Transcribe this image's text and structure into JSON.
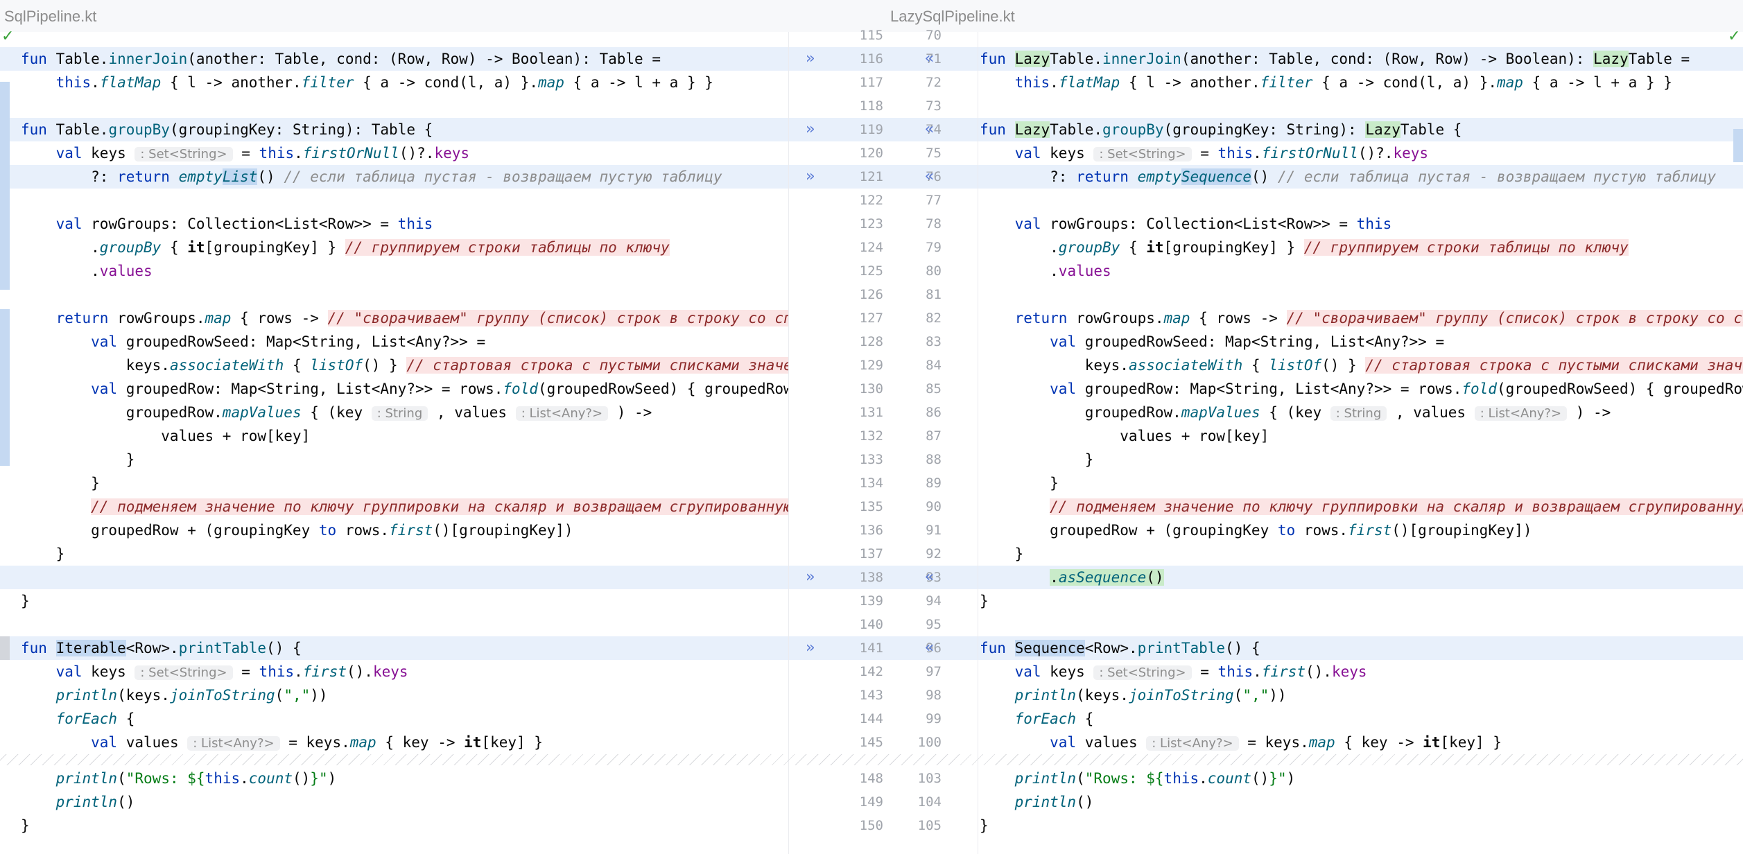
{
  "header": {
    "left_title": "SqlPipeline.kt",
    "right_title": "LazySqlPipeline.kt"
  },
  "gutter": {
    "lines": [
      {
        "l": "115",
        "r": "70",
        "changed": false
      },
      {
        "l": "116",
        "r": "71",
        "changed": true
      },
      {
        "l": "117",
        "r": "72",
        "changed": false
      },
      {
        "l": "118",
        "r": "73",
        "changed": false
      },
      {
        "l": "119",
        "r": "74",
        "changed": true
      },
      {
        "l": "120",
        "r": "75",
        "changed": false
      },
      {
        "l": "121",
        "r": "76",
        "changed": true
      },
      {
        "l": "122",
        "r": "77",
        "changed": false
      },
      {
        "l": "123",
        "r": "78",
        "changed": false
      },
      {
        "l": "124",
        "r": "79",
        "changed": false
      },
      {
        "l": "125",
        "r": "80",
        "changed": false
      },
      {
        "l": "126",
        "r": "81",
        "changed": false
      },
      {
        "l": "127",
        "r": "82",
        "changed": false
      },
      {
        "l": "128",
        "r": "83",
        "changed": false
      },
      {
        "l": "129",
        "r": "84",
        "changed": false
      },
      {
        "l": "130",
        "r": "85",
        "changed": false
      },
      {
        "l": "131",
        "r": "86",
        "changed": false
      },
      {
        "l": "132",
        "r": "87",
        "changed": false
      },
      {
        "l": "133",
        "r": "88",
        "changed": false
      },
      {
        "l": "134",
        "r": "89",
        "changed": false
      },
      {
        "l": "135",
        "r": "90",
        "changed": false
      },
      {
        "l": "136",
        "r": "91",
        "changed": false
      },
      {
        "l": "137",
        "r": "92",
        "changed": false
      },
      {
        "l": "138",
        "r": "93",
        "changed": true
      },
      {
        "l": "139",
        "r": "94",
        "changed": false
      },
      {
        "l": "140",
        "r": "95",
        "changed": false
      },
      {
        "l": "141",
        "r": "96",
        "changed": true
      },
      {
        "l": "142",
        "r": "97",
        "changed": false
      },
      {
        "l": "143",
        "r": "98",
        "changed": false
      },
      {
        "l": "144",
        "r": "99",
        "changed": false
      },
      {
        "l": "145",
        "r": "100",
        "changed": false
      }
    ],
    "tail_lines": [
      {
        "l": "148",
        "r": "103"
      },
      {
        "l": "149",
        "r": "104"
      },
      {
        "l": "150",
        "r": "105"
      }
    ],
    "apply_left_glyph": "»",
    "apply_right_glyph": "«"
  },
  "left_rows": [
    {
      "changed": false,
      "html": ""
    },
    {
      "changed": true,
      "html": "<span class=\"kw\">fun</span> Table.<span class=\"fn\">innerJoin</span>(another: Table, cond: (Row, Row) -> Boolean): Table ="
    },
    {
      "changed": false,
      "html": "    <span class=\"kw\">this</span>.<span class=\"ext\">flatMap</span> { l -> another.<span class=\"ext\">filter</span> { a -> cond(l, a) }.<span class=\"ext\">map</span> { a -> l + a } }"
    },
    {
      "changed": false,
      "html": ""
    },
    {
      "changed": true,
      "html": "<span class=\"kw\">fun</span> Table.<span class=\"fn\">groupBy</span>(groupingKey: String): Table {"
    },
    {
      "changed": false,
      "html": "    <span class=\"kw\">val</span> keys <span class=\"hint\">: Set&lt;String&gt;</span> = <span class=\"kw\">this</span>.<span class=\"ext\">firstOrNull</span>()?.<span class=\"prop\">keys</span>"
    },
    {
      "changed": true,
      "html": "        ?: <span class=\"kw\">return</span> <span class=\"ext\">empty<span class=\"chg\">List</span></span>() <span class=\"it\" style=\"color:#8c8c8c\">// если таблица пустая - возвращаем пустую таблицу</span>"
    },
    {
      "changed": false,
      "html": ""
    },
    {
      "changed": false,
      "html": "    <span class=\"kw\">val</span> rowGroups: Collection&lt;List&lt;Row&gt;&gt; = <span class=\"kw\">this</span>"
    },
    {
      "changed": false,
      "html": "        .<span class=\"ext\">groupBy</span> { <b>it</b>[groupingKey] } <span class=\"cmt\">// группируем строки таблицы по ключу</span>"
    },
    {
      "changed": false,
      "html": "        .<span class=\"prop\">values</span>"
    },
    {
      "changed": false,
      "html": ""
    },
    {
      "changed": false,
      "html": "    <span class=\"kw\">return</span> rowGroups.<span class=\"ext\">map</span> { rows -> <span class=\"cmt\">// \"сворачиваем\" группу (список) строк в строку со списка</span>"
    },
    {
      "changed": false,
      "html": "        <span class=\"kw\">val</span> groupedRowSeed: Map&lt;String, List&lt;Any?&gt;&gt; ="
    },
    {
      "changed": false,
      "html": "            keys.<span class=\"ext\">associateWith</span> { <span class=\"ext\">listOf</span>() } <span class=\"cmt\">// стартовая строка с пустыми списками значений</span>"
    },
    {
      "changed": false,
      "html": "        <span class=\"kw\">val</span> groupedRow: Map&lt;String, List&lt;Any?&gt;&gt; = rows.<span class=\"ext\">fold</span>(groupedRowSeed) { groupedRow, ro"
    },
    {
      "changed": false,
      "html": "            groupedRow.<span class=\"ext\">mapValues</span> { (key <span class=\"hint\">: String</span> , values <span class=\"hint\">: List&lt;Any?&gt;</span> ) ->"
    },
    {
      "changed": false,
      "html": "                values + row[key]"
    },
    {
      "changed": false,
      "html": "            }"
    },
    {
      "changed": false,
      "html": "        }"
    },
    {
      "changed": false,
      "html": "        <span class=\"cmt\">// подменяем значение по ключу группировки на скаляр и возвращаем сгрупированную стр</span>"
    },
    {
      "changed": false,
      "html": "        groupedRow + (groupingKey <span class=\"kw\">to</span> rows.<span class=\"ext\">first</span>()[groupingKey])"
    },
    {
      "changed": false,
      "html": "    }"
    },
    {
      "changed": true,
      "html": ""
    },
    {
      "changed": false,
      "html": "}"
    },
    {
      "changed": false,
      "html": ""
    },
    {
      "changed": true,
      "html": "<span class=\"kw\">fun</span> <span class=\"chg\">Iterable</span>&lt;Row&gt;.<span class=\"fn\">printTable</span>() {"
    },
    {
      "changed": false,
      "html": "    <span class=\"kw\">val</span> keys <span class=\"hint\">: Set&lt;String&gt;</span> = <span class=\"kw\">this</span>.<span class=\"ext\">first</span>().<span class=\"prop\">keys</span>"
    },
    {
      "changed": false,
      "html": "    <span class=\"ext\">println</span>(keys.<span class=\"ext\">joinToString</span>(<span class=\"str\">\",\"</span>))"
    },
    {
      "changed": false,
      "html": "    <span class=\"ext\">forEach</span> {"
    },
    {
      "changed": false,
      "html": "        <span class=\"kw\">val</span> values <span class=\"hint\">: List&lt;Any?&gt;</span> = keys.<span class=\"ext\">map</span> { key -> <b>it</b>[key] }"
    }
  ],
  "right_rows": [
    {
      "changed": false,
      "html": ""
    },
    {
      "changed": true,
      "html": "<span class=\"kw\">fun</span> <span class=\"add\">Lazy</span>Table.<span class=\"fn\">innerJoin</span>(another: Table, cond: (Row, Row) -> Boolean): <span class=\"add\">Lazy</span>Table ="
    },
    {
      "changed": false,
      "html": "    <span class=\"kw\">this</span>.<span class=\"ext\">flatMap</span> { l -> another.<span class=\"ext\">filter</span> { a -> cond(l, a) }.<span class=\"ext\">map</span> { a -> l + a } }"
    },
    {
      "changed": false,
      "html": ""
    },
    {
      "changed": true,
      "html": "<span class=\"kw\">fun</span> <span class=\"add\">Lazy</span>Table.<span class=\"fn\">groupBy</span>(groupingKey: String): <span class=\"add\">Lazy</span>Table {"
    },
    {
      "changed": false,
      "html": "    <span class=\"kw\">val</span> keys <span class=\"hint\">: Set&lt;String&gt;</span> = <span class=\"kw\">this</span>.<span class=\"ext\">firstOrNull</span>()?.<span class=\"prop\">keys</span>"
    },
    {
      "changed": true,
      "html": "        ?: <span class=\"kw\">return</span> <span class=\"ext\">empty<span class=\"chg\">Sequence</span></span>() <span class=\"it\" style=\"color:#8c8c8c\">// если таблица пустая - возвращаем пустую таблицу</span>"
    },
    {
      "changed": false,
      "html": ""
    },
    {
      "changed": false,
      "html": "    <span class=\"kw\">val</span> rowGroups: Collection&lt;List&lt;Row&gt;&gt; = <span class=\"kw\">this</span>"
    },
    {
      "changed": false,
      "html": "        .<span class=\"ext\">groupBy</span> { <b>it</b>[groupingKey] } <span class=\"cmt\">// группируем строки таблицы по ключу</span>"
    },
    {
      "changed": false,
      "html": "        .<span class=\"prop\">values</span>"
    },
    {
      "changed": false,
      "html": ""
    },
    {
      "changed": false,
      "html": "    <span class=\"kw\">return</span> rowGroups.<span class=\"ext\">map</span> { rows -> <span class=\"cmt\">// \"сворачиваем\" группу (список) строк в строку со списка</span>"
    },
    {
      "changed": false,
      "html": "        <span class=\"kw\">val</span> groupedRowSeed: Map&lt;String, List&lt;Any?&gt;&gt; ="
    },
    {
      "changed": false,
      "html": "            keys.<span class=\"ext\">associateWith</span> { <span class=\"ext\">listOf</span>() } <span class=\"cmt\">// стартовая строка с пустыми списками значений</span>"
    },
    {
      "changed": false,
      "html": "        <span class=\"kw\">val</span> groupedRow: Map&lt;String, List&lt;Any?&gt;&gt; = rows.<span class=\"ext\">fold</span>(groupedRowSeed) { groupedRow, ro"
    },
    {
      "changed": false,
      "html": "            groupedRow.<span class=\"ext\">mapValues</span> { (key <span class=\"hint\">: String</span> , values <span class=\"hint\">: List&lt;Any?&gt;</span> ) ->"
    },
    {
      "changed": false,
      "html": "                values + row[key]"
    },
    {
      "changed": false,
      "html": "            }"
    },
    {
      "changed": false,
      "html": "        }"
    },
    {
      "changed": false,
      "html": "        <span class=\"cmt\">// подменяем значение по ключу группировки на скаляр и возвращаем сгрупированную стр</span>"
    },
    {
      "changed": false,
      "html": "        groupedRow + (groupingKey <span class=\"kw\">to</span> rows.<span class=\"ext\">first</span>()[groupingKey])"
    },
    {
      "changed": false,
      "html": "    }"
    },
    {
      "changed": true,
      "html": "        <span class=\"add\">.<span class=\"ext\">asSequence</span>()</span>"
    },
    {
      "changed": false,
      "html": "}"
    },
    {
      "changed": false,
      "html": ""
    },
    {
      "changed": true,
      "html": "<span class=\"kw\">fun</span> <span class=\"chg\">Sequence</span>&lt;Row&gt;.<span class=\"fn\">printTable</span>() {"
    },
    {
      "changed": false,
      "html": "    <span class=\"kw\">val</span> keys <span class=\"hint\">: Set&lt;String&gt;</span> = <span class=\"kw\">this</span>.<span class=\"ext\">first</span>().<span class=\"prop\">keys</span>"
    },
    {
      "changed": false,
      "html": "    <span class=\"ext\">println</span>(keys.<span class=\"ext\">joinToString</span>(<span class=\"str\">\",\"</span>))"
    },
    {
      "changed": false,
      "html": "    <span class=\"ext\">forEach</span> {"
    },
    {
      "changed": false,
      "html": "        <span class=\"kw\">val</span> values <span class=\"hint\">: List&lt;Any?&gt;</span> = keys.<span class=\"ext\">map</span> { key -> <b>it</b>[key] }"
    }
  ],
  "left_tail": [
    "    <span class=\"ext\">println</span>(<span class=\"str\">\"Rows: ${</span><span class=\"kw\">this</span>.<span class=\"ext\">count</span>()<span class=\"str\">}\"</span>)",
    "    <span class=\"ext\">println</span>()",
    "}"
  ],
  "right_tail": [
    "    <span class=\"ext\">println</span>(<span class=\"str\">\"Rows: ${</span><span class=\"kw\">this</span>.<span class=\"ext\">count</span>()<span class=\"str\">}\"</span>)",
    "    <span class=\"ext\">println</span>()",
    "}"
  ],
  "icons": {
    "check_left": "✓",
    "check_right": "✓"
  }
}
